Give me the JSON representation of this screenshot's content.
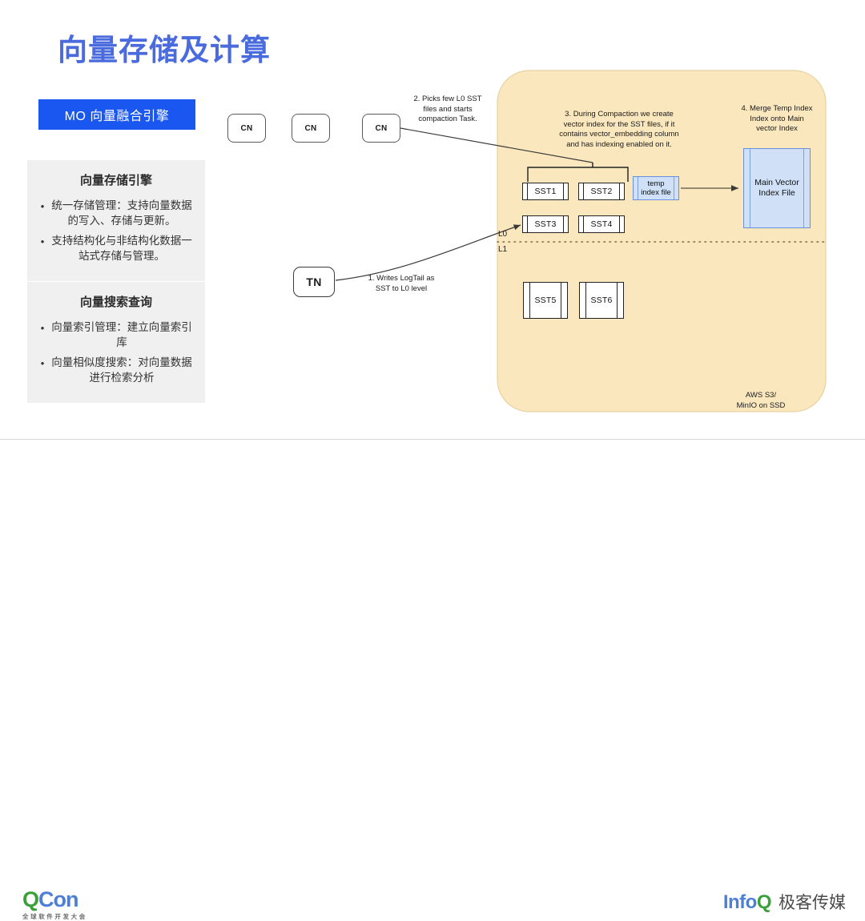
{
  "slide": {
    "title": "向量存储及计算",
    "title_color": "#4a6bde",
    "badge": {
      "label": "MO 向量融合引擎",
      "bg": "#1a56f0",
      "fg": "#ffffff"
    }
  },
  "cards": [
    {
      "title": "向量存储引擎",
      "bullets": [
        "统一存储管理：支持向量数据的写入、存储与更新。",
        "支持结构化与非结构化数据一站式存储与管理。"
      ]
    },
    {
      "title": "向量搜索查询",
      "bullets": [
        "向量索引管理：建立向量索引库",
        "向量相似度搜索：对向量数据进行检索分析"
      ]
    }
  ],
  "diagram": {
    "container_fill": "#fae7bd",
    "container_stroke": "#e3cf9c",
    "compute_nodes": [
      {
        "label": "CN"
      },
      {
        "label": "CN"
      },
      {
        "label": "CN"
      }
    ],
    "txn_node": {
      "label": "TN"
    },
    "annotations": [
      {
        "id": "step-1",
        "text": "1. Writes LogTail as SST to L0 level"
      },
      {
        "id": "step-2",
        "text": "2. Picks few L0 SST files and starts compaction Task."
      },
      {
        "id": "step-3",
        "text": "3. During Compaction we create vector index for the SST files, if it contains vector_embedding column and has indexing enabled on it."
      },
      {
        "id": "step-4",
        "text": "4. Merge Temp Index onto Main vector Index"
      }
    ],
    "annotation_lines": {
      "step_1": [
        "1. Writes LogTail as",
        "SST to L0 level"
      ],
      "step_2": [
        "2. Picks few L0 SST",
        "files and starts",
        "compaction Task."
      ],
      "step_3": [
        "3. During Compaction we create",
        "vector index for the SST files, if it",
        "contains vector_embedding column",
        "and has indexing enabled on it."
      ],
      "step_4": [
        "4. Merge Temp Index onto Main",
        "vector Index"
      ],
      "step_4_lines": [
        "4. Merge Temp Index",
        "Index onto Main",
        "vector Index"
      ]
    },
    "levels": [
      {
        "label": "L0"
      },
      {
        "label": "L1"
      }
    ],
    "sst_files_l0": [
      "SST1",
      "SST2",
      "SST3",
      "SST4"
    ],
    "sst_files_l1": [
      "SST5",
      "SST6"
    ],
    "temp_index_file": {
      "line1": "temp",
      "line2": "index file",
      "fill": "#cfe0f7"
    },
    "main_vector_index": {
      "line1": "Main Vector",
      "line2": "Index File",
      "fill": "#cfe0f7"
    },
    "storage_label": {
      "line1": "AWS S3/",
      "line2": "MinIO on SSD"
    }
  },
  "footer": {
    "qcon": {
      "q": "Q",
      "con": "Con",
      "subtitle": "全球软件开发大会"
    },
    "infoq": {
      "info": "Info",
      "q": "Q",
      "brand": "极客传媒"
    }
  }
}
